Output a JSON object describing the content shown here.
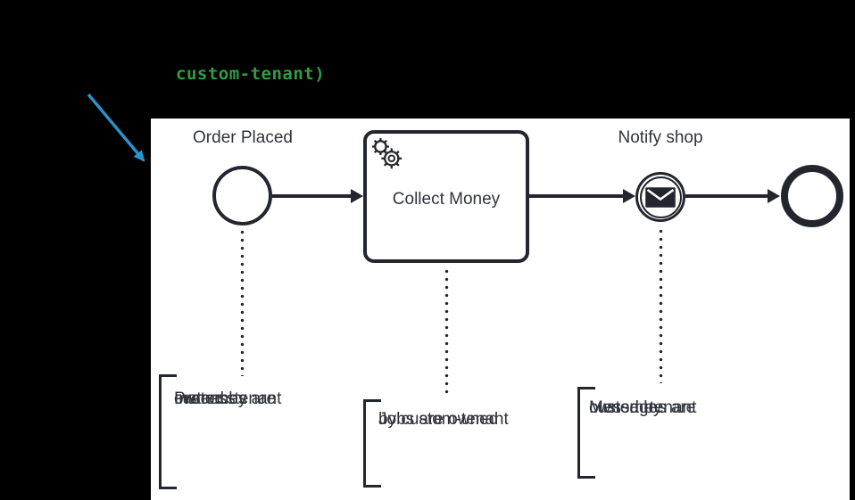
{
  "page": {
    "background": "#000000"
  },
  "code_snippet": {
    "text": "custom-tenant)",
    "color": "#2e9e43"
  },
  "pointer_arrow": {
    "color": "#2795cb",
    "direction": "down-right"
  },
  "diagram": {
    "background": "#ffffff",
    "stroke_color": "#24262e",
    "text_color": "#31343b",
    "start_event": {
      "label": "Order Placed",
      "type": "start-event"
    },
    "service_task": {
      "label": "Collect Money",
      "type": "service-task",
      "icon": "gears-icon"
    },
    "message_event": {
      "label": "Notify shop",
      "type": "message-intermediate-event",
      "icon": "envelope-icon"
    },
    "end_event": {
      "type": "end-event"
    },
    "notes": [
      {
        "target": "start-event",
        "lines": [
          "Process",
          "Instances are",
          "owned by",
          "custom-tenant"
        ]
      },
      {
        "target": "service-task",
        "lines": [
          "Jobs are owned",
          "by custom-tenant"
        ]
      },
      {
        "target": "message-event",
        "lines": [
          "Messages are",
          "owned by",
          "custom-tenant"
        ]
      }
    ]
  }
}
